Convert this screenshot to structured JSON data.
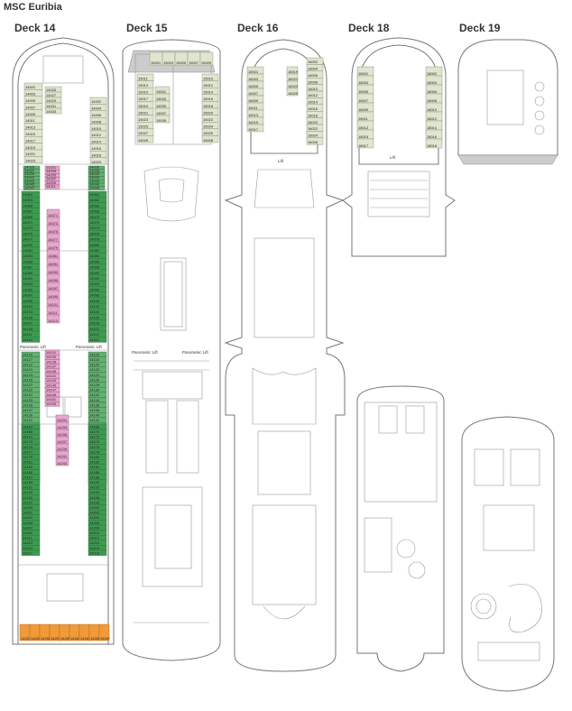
{
  "ship_name": "MSC Euribia",
  "decks": [
    {
      "id": "deck14",
      "label": "Deck 14"
    },
    {
      "id": "deck15",
      "label": "Deck 15"
    },
    {
      "id": "deck16",
      "label": "Deck 16"
    },
    {
      "id": "deck18",
      "label": "Deck 18"
    },
    {
      "id": "deck19",
      "label": "Deck 19"
    }
  ],
  "annotations": {
    "panoramic_lift": "Panoramic Lift",
    "lift": "Lift"
  },
  "colors": {
    "cabin_green": "#dfe5cf",
    "cabin_dark_green": "#3e9a52",
    "cabin_pink": "#e7a7cd",
    "cabin_orange": "#f09a3a",
    "outline": "#777777"
  },
  "deck14": {
    "fwd_left": [
      "14001",
      "14003",
      "14005",
      "14007",
      "14009",
      "14011",
      "14013",
      "14015",
      "14017",
      "14019",
      "14021",
      "14023"
    ],
    "fwd_right": [
      "14002",
      "14004",
      "14006",
      "14008",
      "14010",
      "14012",
      "14014",
      "14016",
      "14018",
      "14020"
    ],
    "fwd_mid": [
      "14025",
      "14027",
      "14029",
      "14031",
      "14033"
    ],
    "mid_left_a": [
      "14035",
      "14037",
      "14039",
      "14041",
      "14043",
      "14045",
      "14047"
    ],
    "mid_right_a": [
      "14036",
      "14038",
      "14040",
      "14042",
      "14044",
      "14046",
      "14048"
    ],
    "pink_a": [
      "14201",
      "14203",
      "14205",
      "14207",
      "14209",
      "14211"
    ],
    "mid_left_b": [
      "14061",
      "14063",
      "14065",
      "14067",
      "14069",
      "14071",
      "14073",
      "14075",
      "14077",
      "14079",
      "14081",
      "14083",
      "14085",
      "14087",
      "14089",
      "14091",
      "14093",
      "14095",
      "14097",
      "14099",
      "14101",
      "14103",
      "14105",
      "14107",
      "14109",
      "14111",
      "14113"
    ],
    "mid_right_b": [
      "14062",
      "14064",
      "14066",
      "14068",
      "14070",
      "14072",
      "14074",
      "14076",
      "14078",
      "14080",
      "14082",
      "14084",
      "14086",
      "14088",
      "14090",
      "14092",
      "14094",
      "14096",
      "14098",
      "14100",
      "14102",
      "14104",
      "14106",
      "14108",
      "14110",
      "14112",
      "14114"
    ],
    "pink_b": [
      "14071",
      "14073",
      "14075",
      "14077",
      "14079",
      "14081",
      "14091",
      "14093",
      "14095",
      "14097",
      "14099",
      "14101",
      "14111",
      "14113"
    ],
    "mid_left_c": [
      "14115",
      "14117",
      "14119",
      "14121",
      "14123",
      "14125",
      "14127",
      "14129",
      "14131",
      "14133",
      "14135",
      "14137",
      "14139",
      "14141",
      "14143",
      "14145",
      "14147",
      "14149",
      "14151",
      "14153",
      "14155",
      "14157",
      "14159",
      "14161",
      "14163",
      "14165"
    ],
    "mid_right_c": [
      "14116",
      "14118",
      "14120",
      "14122",
      "14124",
      "14126",
      "14128",
      "14130",
      "14132",
      "14134",
      "14136",
      "14138",
      "14140",
      "14142",
      "14144",
      "14146",
      "14148",
      "14150",
      "14152",
      "14154",
      "14156",
      "14158",
      "14160",
      "14162",
      "14164",
      "14166"
    ],
    "pink_c": [
      "14131",
      "14133",
      "14135",
      "14137",
      "14139",
      "14141",
      "14143",
      "14145",
      "14147",
      "14149",
      "14151",
      "14153"
    ],
    "aft_left": [
      "14167",
      "14169",
      "14171",
      "14173",
      "14175",
      "14177",
      "14179",
      "14181",
      "14183",
      "14185",
      "14187",
      "14189",
      "14191",
      "14193",
      "14195",
      "14197",
      "14199",
      "14201",
      "14203",
      "14205",
      "14207",
      "14209",
      "14211",
      "14213",
      "14215",
      "14217"
    ],
    "aft_right": [
      "14168",
      "14170",
      "14172",
      "14174",
      "14176",
      "14178",
      "14180",
      "14182",
      "14184",
      "14186",
      "14188",
      "14190",
      "14192",
      "14194",
      "14196",
      "14198",
      "14200",
      "14202",
      "14204",
      "14206",
      "14208",
      "14210",
      "14212",
      "14214",
      "14216",
      "14218"
    ],
    "aft_pink": [
      "14231",
      "14233",
      "14235",
      "14237",
      "14239",
      "14241",
      "14243"
    ],
    "stern_orange": [
      "14251",
      "14253",
      "14255",
      "14257",
      "14259",
      "14261",
      "14263",
      "14265",
      "14267"
    ]
  },
  "deck15": {
    "fwd_top": [
      "15001",
      "15003",
      "15005",
      "15007",
      "15009"
    ],
    "fwd_left": [
      "15011",
      "15013",
      "15015",
      "15017",
      "15019",
      "15021",
      "15023",
      "15025",
      "15027",
      "15029"
    ],
    "fwd_right": [
      "15010",
      "15012",
      "15014",
      "15016",
      "15018",
      "15020",
      "15022",
      "15024",
      "15026",
      "15028"
    ],
    "fwd_mid": [
      "15031",
      "15033",
      "15035",
      "15037",
      "15039"
    ]
  },
  "deck16": {
    "fwd_left": [
      "16001",
      "16003",
      "16005",
      "16007",
      "16009",
      "16011",
      "16013",
      "16015",
      "16017"
    ],
    "fwd_mid": [
      "16019",
      "16021",
      "16023",
      "16025"
    ],
    "fwd_right": [
      "16002",
      "16004",
      "16006",
      "16008",
      "16010",
      "16012",
      "16014",
      "16016",
      "16018",
      "16020",
      "16022",
      "16024",
      "16026"
    ]
  },
  "deck18": {
    "fwd_left": [
      "18001",
      "18003",
      "18005",
      "18007",
      "18009",
      "18011",
      "18013",
      "18015",
      "18017"
    ],
    "fwd_right": [
      "18002",
      "18004",
      "18006",
      "18008",
      "18010",
      "18012",
      "18014",
      "18016",
      "18018"
    ]
  }
}
